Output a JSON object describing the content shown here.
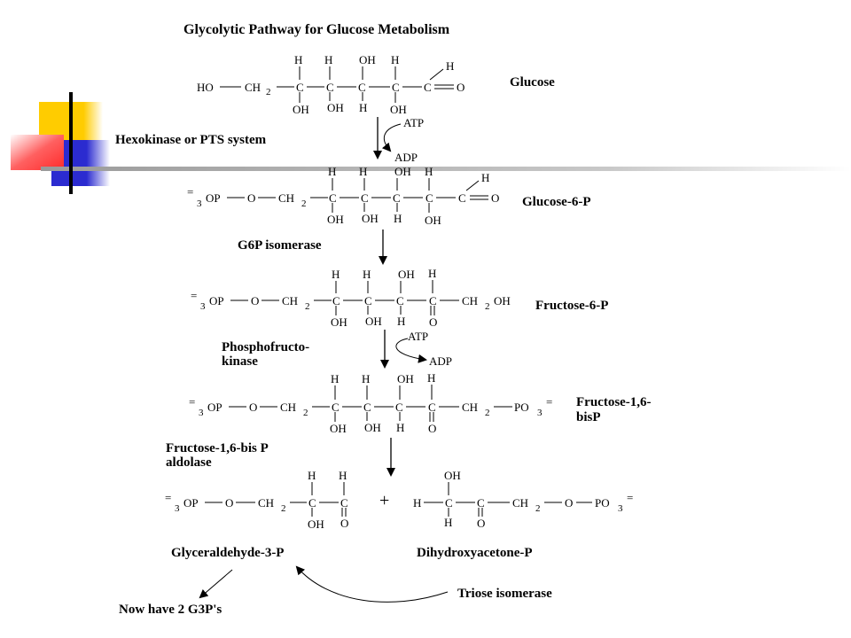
{
  "title": "Glycolytic Pathway for Glucose Metabolism",
  "atoms": {
    "H": "H",
    "OH": "OH",
    "HO": "HO",
    "C": "C",
    "O": "O",
    "CH": "CH",
    "OP": "OP",
    "PO": "PO",
    "sub2": "2",
    "sub3": "3",
    "eq": "=",
    "plus": "+"
  },
  "labels": {
    "glucose": "Glucose",
    "glucose6p": "Glucose-6-P",
    "fructose6p": "Fructose-6-P",
    "f16bp_line1": "Fructose-1,6-",
    "f16bp_line2": "bisP",
    "g3p": "Glyceraldehyde-3-P",
    "dhap": "Dihydroxyacetone-P"
  },
  "enzymes": {
    "hexokinase": "Hexokinase or PTS system",
    "g6p_isomerase": "G6P isomerase",
    "pfk_line1": "Phosphofructo-",
    "pfk_line2": "kinase",
    "aldolase_line1": "Fructose-1,6-bis P",
    "aldolase_line2": "aldolase",
    "triose_isomerase": "Triose isomerase"
  },
  "cofactors": {
    "atp": "ATP",
    "adp": "ADP"
  },
  "footer": "Now have 2 G3P's",
  "colors": {
    "yellow": "#ffcc00",
    "blue": "#2b2bd0",
    "red": "#ff2a2a",
    "rule": "#b8b8b8"
  }
}
